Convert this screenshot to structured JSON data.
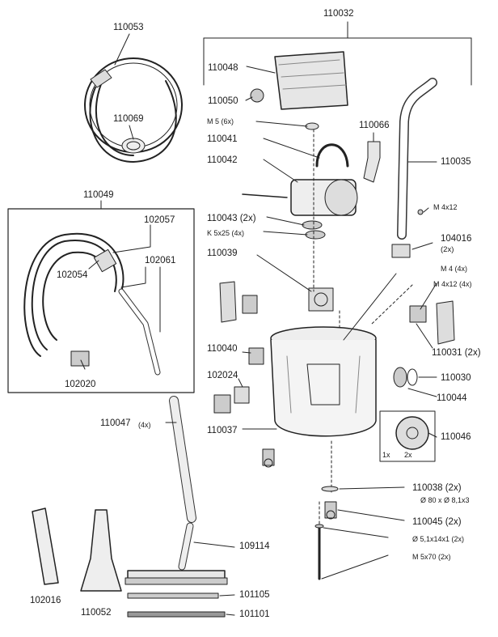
{
  "parts": {
    "p110032": "110032",
    "p110053": "110053",
    "p110069": "110069",
    "p110048": "110048",
    "p110050": "110050",
    "m5_6x": "M 5 (6x)",
    "p110041": "110041",
    "p110066": "110066",
    "p110042": "110042",
    "p110035": "110035",
    "p110049": "110049",
    "m4x12": "M 4x12",
    "p110043": "110043 (2x)",
    "k5x25": "K 5x25 (4x)",
    "p102057": "102057",
    "p104016": "104016",
    "p104016_qty": "(2x)",
    "p102061": "102061",
    "p110039": "110039",
    "p102054": "102054",
    "m4_4x": "M 4 (4x)",
    "m4x12_4x": "M 4x12 (4x)",
    "p110040": "110040",
    "p110031": "110031 (2x)",
    "p110030": "110030",
    "p102024": "102024",
    "p110044": "110044",
    "p102020": "102020",
    "p110047": "110047",
    "p110047_qty": "(4x)",
    "p110037": "110037",
    "p110046": "110046",
    "qty_1x": "1x",
    "qty_2x": "2x",
    "p110038": "110038 (2x)",
    "p110038_dim": "Ø 80 x Ø 8,1x3",
    "p110045": "110045 (2x)",
    "p109114": "109114",
    "washer_5": "Ø 5,1x14x1 (2x)",
    "m5x70": "M 5x70 (2x)",
    "p102016": "102016",
    "p110052": "110052",
    "p101105": "101105",
    "p101101": "101101"
  }
}
